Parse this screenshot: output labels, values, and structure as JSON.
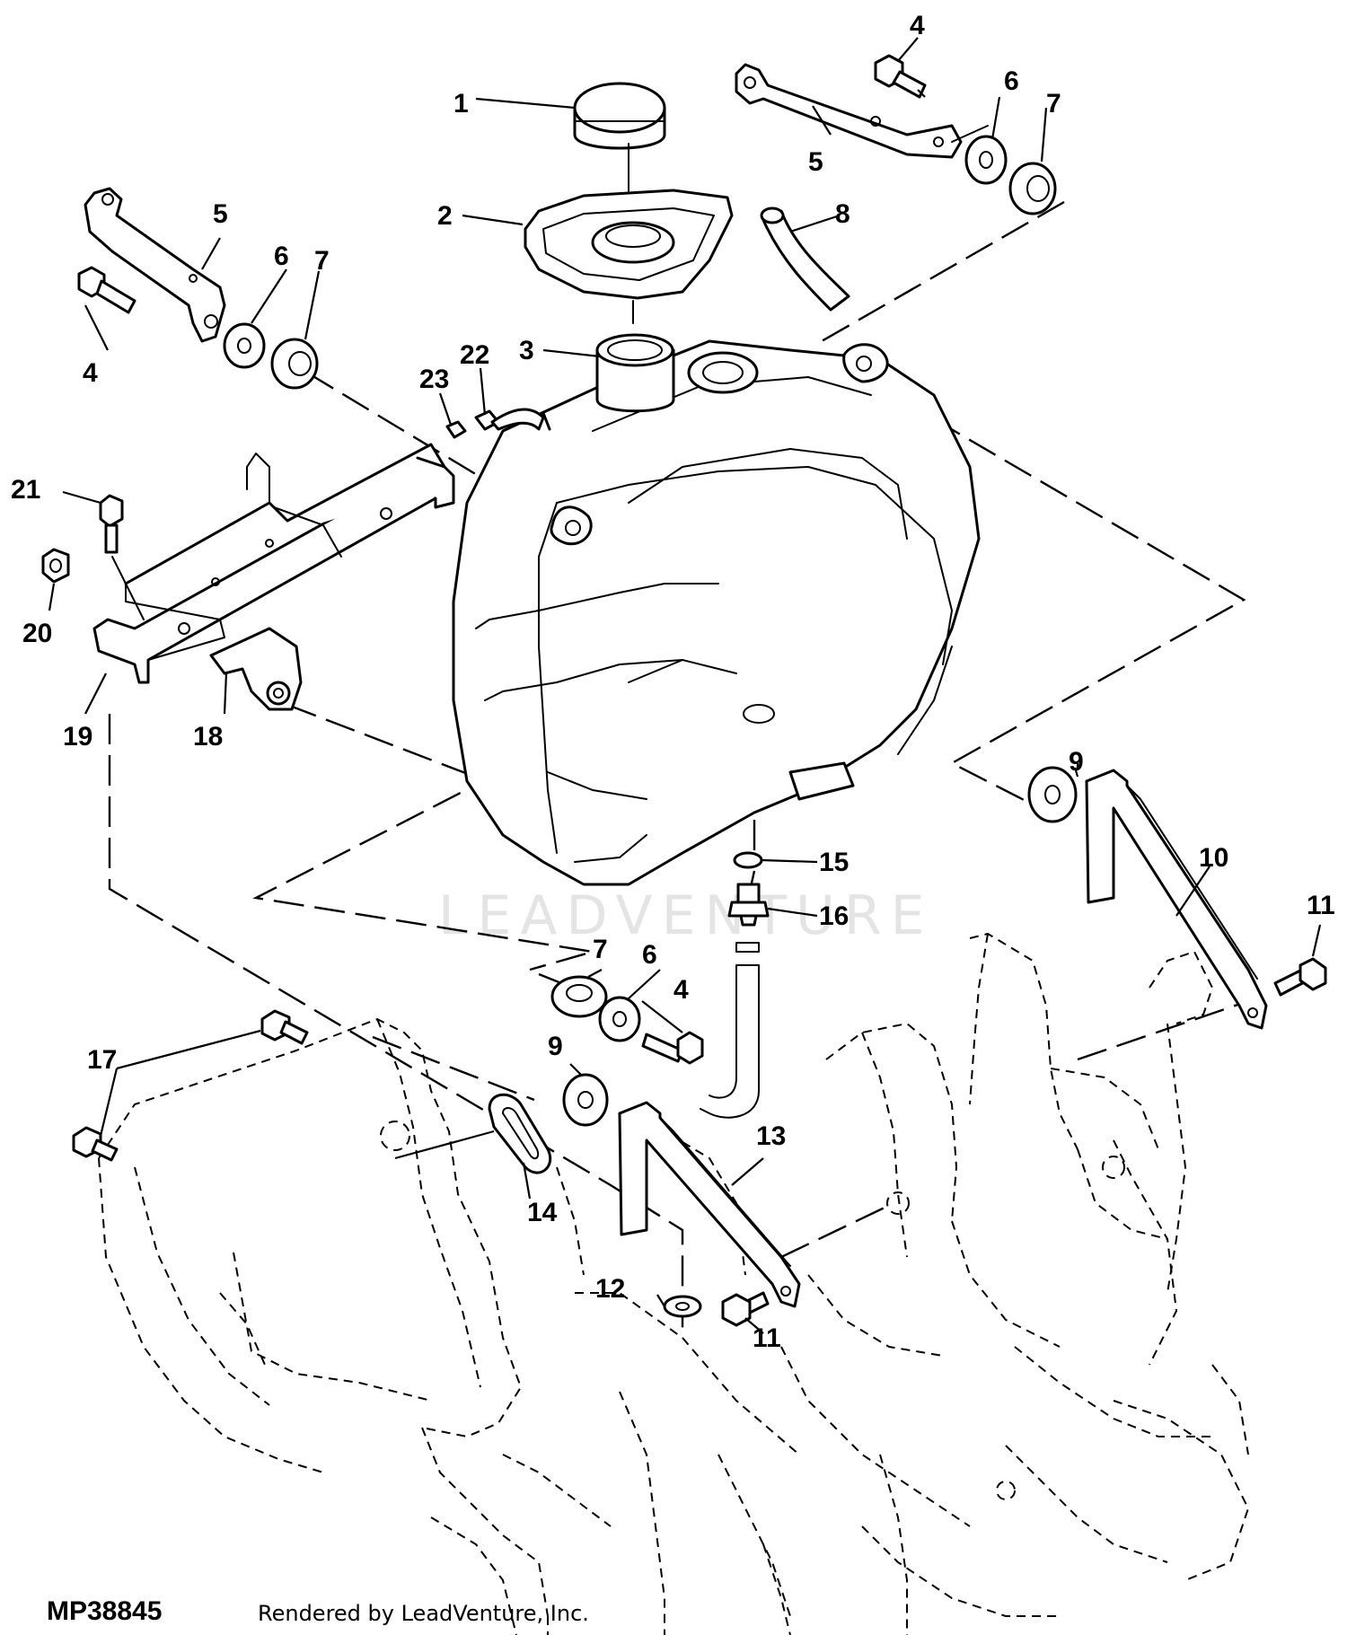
{
  "diagram": {
    "drawing_number": "MP38845",
    "credit": "Rendered by LeadVenture, Inc.",
    "watermark": "LEADVENTURE",
    "callouts": {
      "c1": "1",
      "c2": "2",
      "c3": "3",
      "c4a": "4",
      "c4b": "4",
      "c4c": "4",
      "c5a": "5",
      "c5b": "5",
      "c6a": "6",
      "c6b": "6",
      "c6c": "6",
      "c7a": "7",
      "c7b": "7",
      "c7c": "7",
      "c8": "8",
      "c9a": "9",
      "c9b": "9",
      "c10": "10",
      "c11a": "11",
      "c11b": "11",
      "c12": "12",
      "c13": "13",
      "c14": "14",
      "c15": "15",
      "c16": "16",
      "c17": "17",
      "c18": "18",
      "c19": "19",
      "c20": "20",
      "c21": "21",
      "c22": "22",
      "c23": "23"
    }
  }
}
